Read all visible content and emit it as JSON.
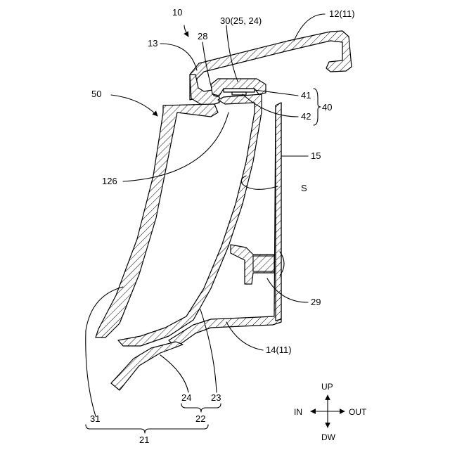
{
  "labels": {
    "n10": "10",
    "n12": "12(11)",
    "n13": "13",
    "n28": "28",
    "n30": "30(25, 24)",
    "n41": "41",
    "n42": "42",
    "n40": "40",
    "n50": "50",
    "n15": "15",
    "n126": "126",
    "nS": "S",
    "n29": "29",
    "n14": "14(11)",
    "n24": "24",
    "n23": "23",
    "n22": "22",
    "n31": "31",
    "n21": "21"
  },
  "compass": {
    "up": "UP",
    "down": "DW",
    "in": "IN",
    "out": "OUT"
  }
}
